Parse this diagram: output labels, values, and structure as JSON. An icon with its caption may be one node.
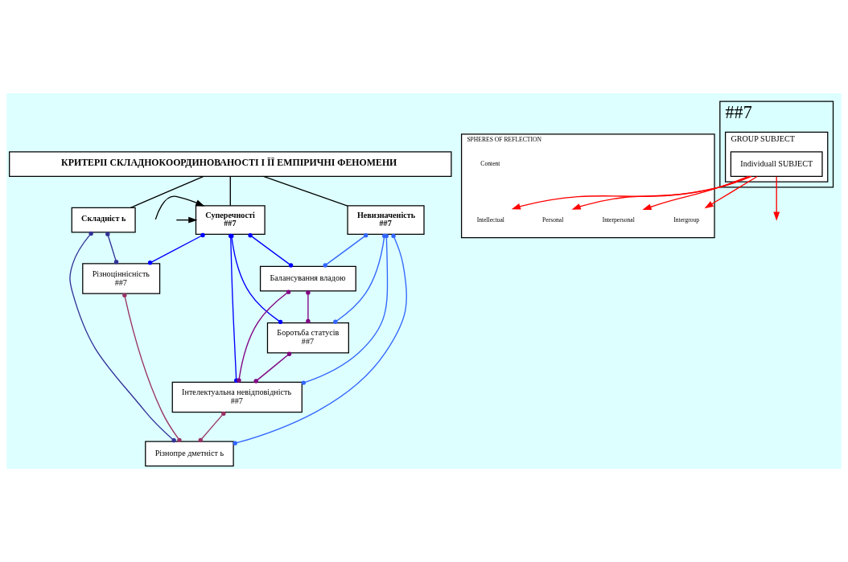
{
  "diagram": {
    "nodes": [
      {
        "text": [
          "КРИТЕРІІ СКЛАДНОКООРДИНОВАНОСТІ І ЇЇ ЕМПІРИЧНІ ФЕНОМЕНИ"
        ]
      },
      {
        "text": [
          "Суперечності",
          "##7"
        ]
      },
      {
        "text": [
          "Невизначеність",
          "##7"
        ]
      },
      {
        "text": [
          "Складніст ь"
        ]
      },
      {
        "text": [
          "##7"
        ]
      },
      {
        "text": [
          "GROUP SUBJECT"
        ],
        "in": 4
      },
      {
        "text": [
          "Individuall SUBJECT"
        ],
        "in": 5
      },
      {
        "text": [
          "SPHERES OF REFLECTION"
        ]
      },
      {
        "text": [
          "Intergroup"
        ],
        "in": 7
      },
      {
        "text": [
          "Interpersonal"
        ],
        "in": 7
      },
      {
        "text": [
          "Personal"
        ],
        "in": 7
      },
      {
        "text": [
          "Intellectual"
        ],
        "in": 7
      },
      {
        "text": [
          "Content"
        ],
        "in": 7
      },
      {
        "text": [
          "Балансування владою"
        ]
      },
      {
        "text": [
          "Боротьба статусів",
          "##7"
        ]
      },
      {
        "text": [
          "Різноціннісність",
          "##7"
        ]
      },
      {
        "text": [
          "Інтелектуальна невідповідність",
          "##7"
        ]
      },
      {
        "text": [
          "Різнопре дметніст ь"
        ]
      }
    ],
    "edges": [
      {
        "from": 0,
        "to": 1,
        "arrow": "none"
      },
      {
        "from": 0,
        "to": 2,
        "arrow": "none"
      },
      {
        "from": 0,
        "to": 3,
        "arrow": "none"
      },
      {
        "from": null,
        "to": 1,
        "arrow": "to"
      },
      {
        "from": null,
        "to": 1,
        "arrow": "to"
      },
      {
        "from": 6,
        "to": 8,
        "arrow": "to",
        "color": "#ff0000"
      },
      {
        "from": 6,
        "to": 9,
        "arrow": "to",
        "color": "#ff0000"
      },
      {
        "from": 6,
        "to": 10,
        "arrow": "to",
        "color": "#ff0000"
      },
      {
        "from": 6,
        "to": null,
        "arrow": "to",
        "color": "#ff0000"
      },
      {
        "from": 6,
        "to": 11,
        "arrow": "to",
        "color": "#ff0000"
      },
      {
        "from": 1,
        "to": 13,
        "arrow": "other",
        "color": "#0000ff"
      },
      {
        "from": 1,
        "to": 14,
        "arrow": "other",
        "color": "#0000ff"
      },
      {
        "from": 1,
        "to": 15,
        "arrow": "other",
        "color": "#0000ff"
      },
      {
        "from": 1,
        "to": 16,
        "arrow": "other",
        "color": "#0000ff"
      },
      {
        "from": 13,
        "to": 14,
        "arrow": "other",
        "color": "#800080"
      },
      {
        "from": 13,
        "to": 16,
        "arrow": "other",
        "color": "#800080"
      },
      {
        "from": 14,
        "to": 16,
        "arrow": "other",
        "color": "#800080"
      },
      {
        "from": 15,
        "to": 17,
        "arrow": "other",
        "color": "#993366"
      },
      {
        "from": 16,
        "to": 17,
        "arrow": "other",
        "color": "#993366"
      },
      {
        "from": 3,
        "to": 15,
        "arrow": "other",
        "color": "#333399"
      },
      {
        "from": 3,
        "to": 17,
        "arrow": "other",
        "color": "#333399"
      },
      {
        "from": 2,
        "to": 13,
        "arrow": "other",
        "color": "#3366ff"
      },
      {
        "from": 2,
        "to": 14,
        "arrow": "other",
        "color": "#3366ff"
      },
      {
        "from": 2,
        "to": 16,
        "arrow": "other",
        "color": "#3366ff"
      },
      {
        "from": 2,
        "to": 17,
        "arrow": "other",
        "color": "#3366ff"
      }
    ]
  }
}
